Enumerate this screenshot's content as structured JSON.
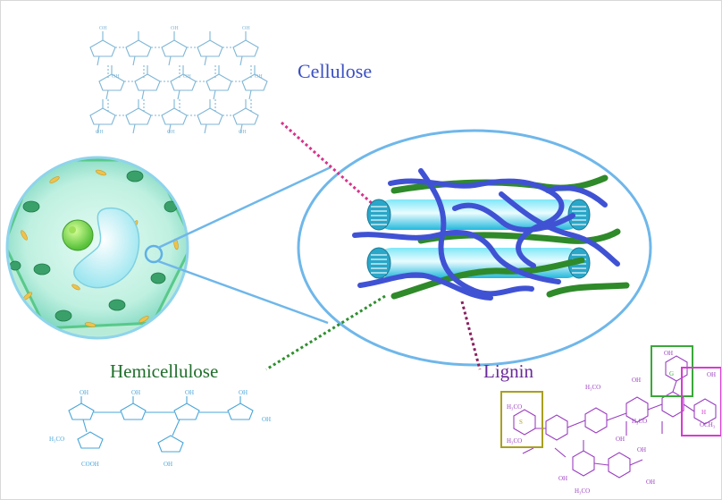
{
  "labels": {
    "cellulose": "Cellulose",
    "hemicellulose": "Hemicellulose",
    "lignin": "Lignin"
  },
  "structure_text": {
    "hydroxyl": "OH",
    "methoxy_h3co": "H₃CO",
    "methoxy_och3": "OCH₃",
    "carboxyl": "COOH",
    "unit_s": "S",
    "unit_g": "G",
    "unit_h": "H"
  },
  "colors": {
    "cellulose_text": "#3a4fc2",
    "cellulose_structure": "#7fb6d6",
    "hemicellulose_text": "#1f6e2a",
    "hemicellulose_structure": "#4aa6d9",
    "lignin_text": "#6a2a9a",
    "lignin_structure": "#9b3fc0",
    "cellulose_link": "#d6348a",
    "hemicellulose_link": "#2f8f2f",
    "lignin_link": "#8a2060",
    "ellipse_stroke": "#6fb7ea",
    "fibril_fill": "#4fd6ee",
    "lignin_strand": "#4052d4",
    "hemicellulose_strand": "#2f8a2a",
    "box_s": "#a8a020",
    "box_g": "#3aa83a",
    "box_h": "#d63cd0"
  },
  "icons": [
    "plant-cell-icon",
    "cellulose-fibril-icon"
  ]
}
